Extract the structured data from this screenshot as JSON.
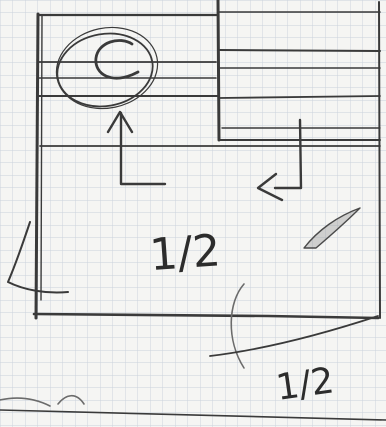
{
  "sheet": {
    "paper_color": "#f5f5f3",
    "grid_color": "#c9d1db",
    "pencil_color": "#3a3a3a",
    "pencil_light": "#6b6b6b"
  },
  "labels": {
    "copyright_mark": "C",
    "half_main": "1/2",
    "half_lower": "1/2"
  },
  "icons": {
    "copyright_mark": "copyright-symbol-icon",
    "up_arrow": "arrow-up-icon",
    "return_arrow": "arrow-return-left-icon"
  }
}
